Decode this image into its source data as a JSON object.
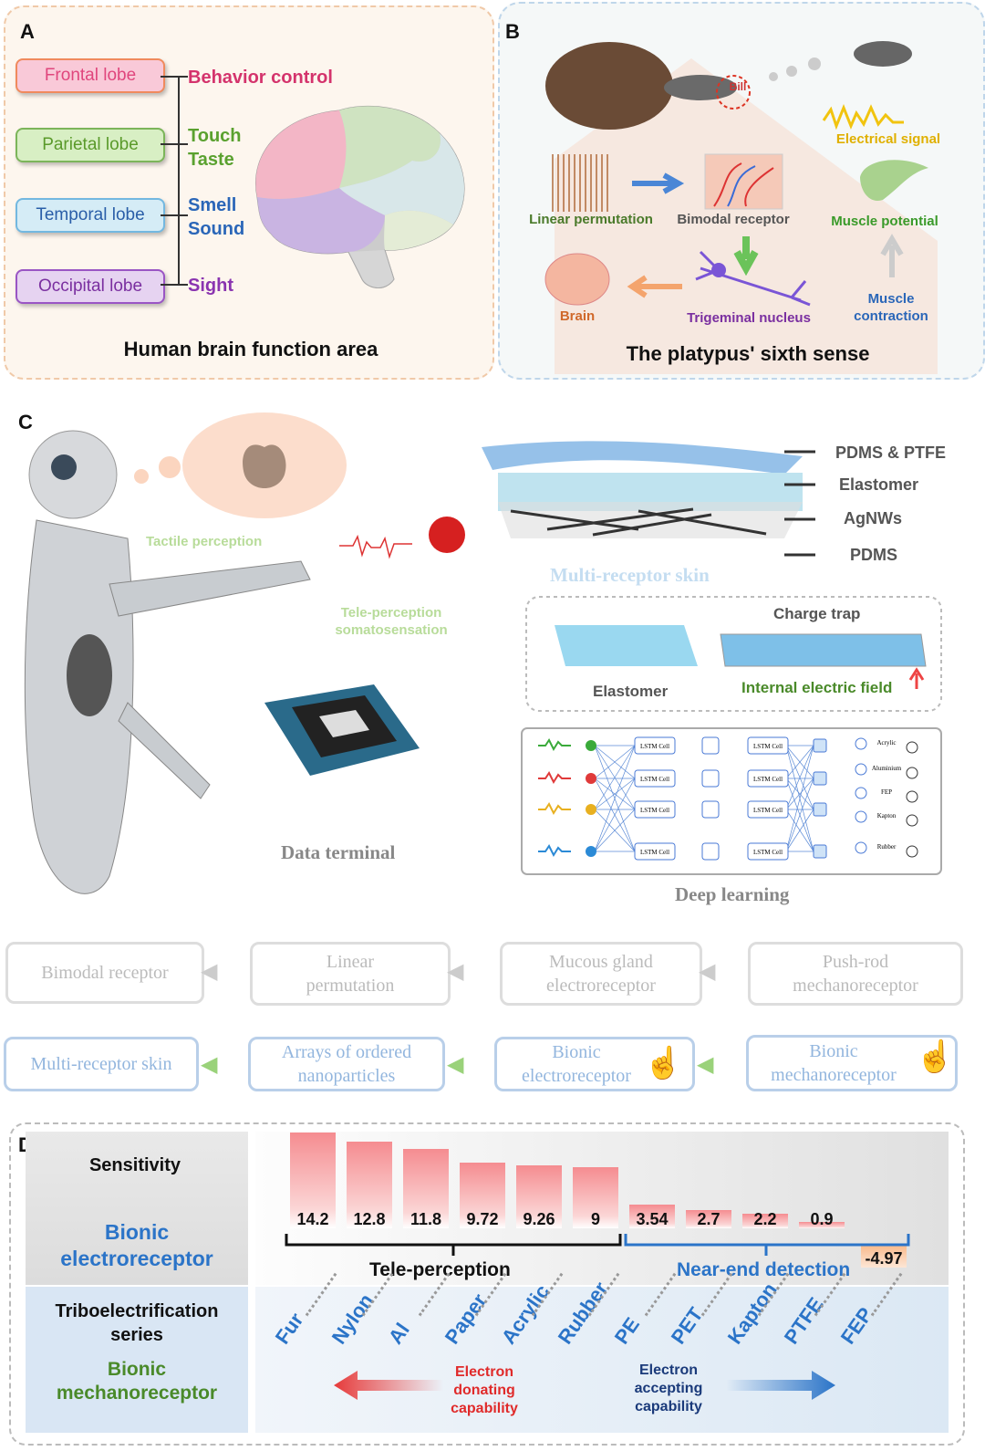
{
  "panels": {
    "a": {
      "letter": "A",
      "lobes": [
        {
          "name": "Frontal lobe",
          "color": "#e0467d",
          "bg": "#f9c9d8",
          "border": "#f08a5d"
        },
        {
          "name": "Parietal lobe",
          "color": "#5a9a2a",
          "bg": "#d8efc4",
          "border": "#7cb55a"
        },
        {
          "name": "Temporal lobe",
          "color": "#2a5ea8",
          "bg": "#d5ecf6",
          "border": "#73b8e0"
        },
        {
          "name": "Occipital lobe",
          "color": "#7a2fa0",
          "bg": "#e6d3f1",
          "border": "#9a55c4"
        }
      ],
      "functions": [
        {
          "text": "Behavior control",
          "color": "#d4336c"
        },
        {
          "text": "Touch\nTaste",
          "color": "#5aa12f"
        },
        {
          "text": "Smell\nSound",
          "color": "#2a66b8"
        },
        {
          "text": "Sight",
          "color": "#8a34b0"
        }
      ],
      "caption": "Human brain function area"
    },
    "b": {
      "letter": "B",
      "bill": "Bill",
      "electrical_signal": "Electrical signal",
      "linear_permutation": "Linear permutation",
      "bimodal_receptor": "Bimodal receptor",
      "muscle_potential": "Muscle potential",
      "brain": "Brain",
      "trigeminal_nucleus": "Trigeminal nucleus",
      "muscle_contraction": "Muscle\ncontraction",
      "caption": "The platypus' sixth sense"
    },
    "c": {
      "letter": "C",
      "tactile_perception": "Tactile perception",
      "tele_perception": "Tele-perception\nsomatosensation",
      "layers": [
        "PDMS & PTFE",
        "Elastomer",
        "AgNWs",
        "PDMS"
      ],
      "multi_receptor_skin": "Multi-receptor skin",
      "charge_trap": "Charge trap",
      "elastomer": "Elastomer",
      "internal_field": "Internal electric field",
      "data_terminal": "Data terminal",
      "deep_learning": "Deep learning",
      "lstm_cell": "LSTM Cell",
      "outputs": [
        "Acrylic",
        "Aluminium",
        "FEP",
        "Kapton",
        "Rubber"
      ],
      "flow_top": [
        "Bimodal receptor",
        "Linear\npermutation",
        "Mucous gland\nelectroreceptor",
        "Push-rod\nmechanoreceptor"
      ],
      "flow_bottom": [
        "Multi-receptor skin",
        "Arrays of ordered\nnanoparticles",
        "Bionic\nelectroreceptor",
        "Bionic\nmechanoreceptor"
      ]
    },
    "d": {
      "letter": "D",
      "sensitivity": "Sensitivity",
      "bionic_electroreceptor": "Bionic\nelectroreceptor",
      "triboelectrification": "Triboelectrification\nseries",
      "bionic_mechanoreceptor": "Bionic\nmechanoreceptor",
      "tele_perception": "Tele-perception",
      "near_end": "Near-end detection",
      "electron_donating": "Electron\ndonating\ncapability",
      "electron_accepting": "Electron\naccepting\ncapability"
    }
  },
  "chart_data": {
    "type": "bar",
    "categories": [
      "Fur",
      "Nylon",
      "Al",
      "Paper",
      "Acrylic",
      "Rubber",
      "PE",
      "PET",
      "Kapton",
      "PTFE",
      "FEP"
    ],
    "values": [
      14.2,
      12.8,
      11.8,
      9.72,
      9.26,
      9,
      3.54,
      2.7,
      2.2,
      0.9,
      -4.97
    ],
    "value_labels": [
      "14.2",
      "12.8",
      "11.8",
      "9.72",
      "9.26",
      "9",
      "3.54",
      "2.7",
      "2.2",
      "0.9",
      "-4.97"
    ],
    "groups": [
      {
        "name": "Tele-perception",
        "categories": [
          "Fur",
          "Nylon",
          "Al",
          "Paper",
          "Acrylic",
          "Rubber"
        ]
      },
      {
        "name": "Near-end detection",
        "categories": [
          "PE",
          "PET",
          "Kapton",
          "PTFE",
          "FEP"
        ]
      }
    ],
    "colors": {
      "positive": "#f58c90",
      "negative": "#f9b98a",
      "labels": "#2b74c8"
    }
  }
}
